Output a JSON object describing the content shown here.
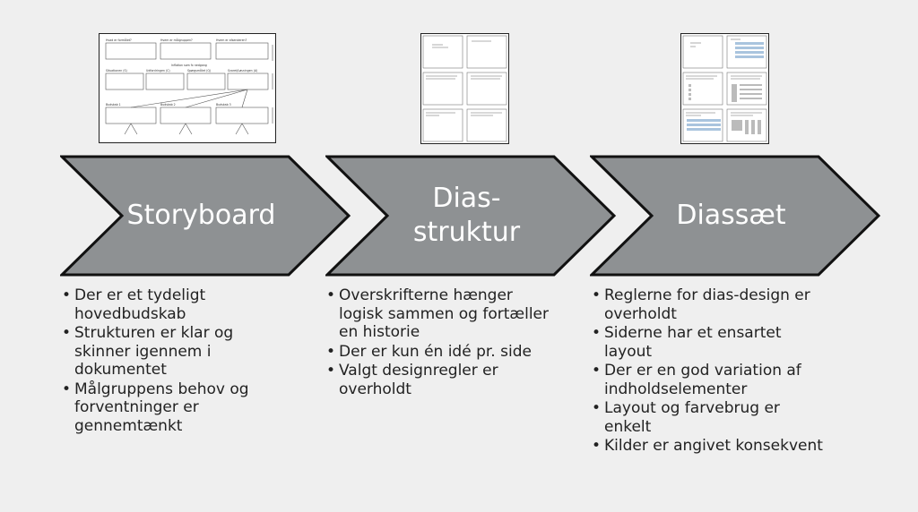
{
  "colors": {
    "background": "#efefef",
    "chevron_fill": "#8e9193",
    "chevron_stroke": "#111111",
    "label_text": "#ffffff",
    "bullet_text": "#222222"
  },
  "stages": [
    {
      "title": "Storyboard",
      "bullets": [
        "Der er et tydeligt hovedbudskab",
        "Strukturen er klar og skinner igennem i dokumentet",
        "Målgruppens behov og forventninger er gennemtænkt"
      ],
      "thumbnail": {
        "top_labels": [
          "Hvad er formålet?",
          "Hvem er målgruppen?",
          "Hvem er afsenderen?"
        ],
        "mid_caption": "Inflation som fx nedgang",
        "mid_labels": [
          "Situationen (S)",
          "Udfordringen (C)",
          "Spørgsmålet (Q)",
          "Svaret/Løsningen (A)"
        ],
        "bottom_labels": [
          "Budskab 1",
          "Budskab 2",
          "Budskab 3"
        ]
      }
    },
    {
      "title": "Dias-\nstruktur",
      "bullets": [
        "Overskrifterne hænger logisk sammen og fortæller en historie",
        "Der er kun én idé pr. side",
        "Valgt designregler er overholdt"
      ]
    },
    {
      "title": "Diassæt",
      "bullets": [
        "Reglerne for dias-design er overholdt",
        "Siderne har et ensartet layout",
        "Der er en god variation af indholdselementer",
        "Layout og farvebrug er enkelt",
        "Kilder er angivet konsekvent"
      ]
    }
  ]
}
